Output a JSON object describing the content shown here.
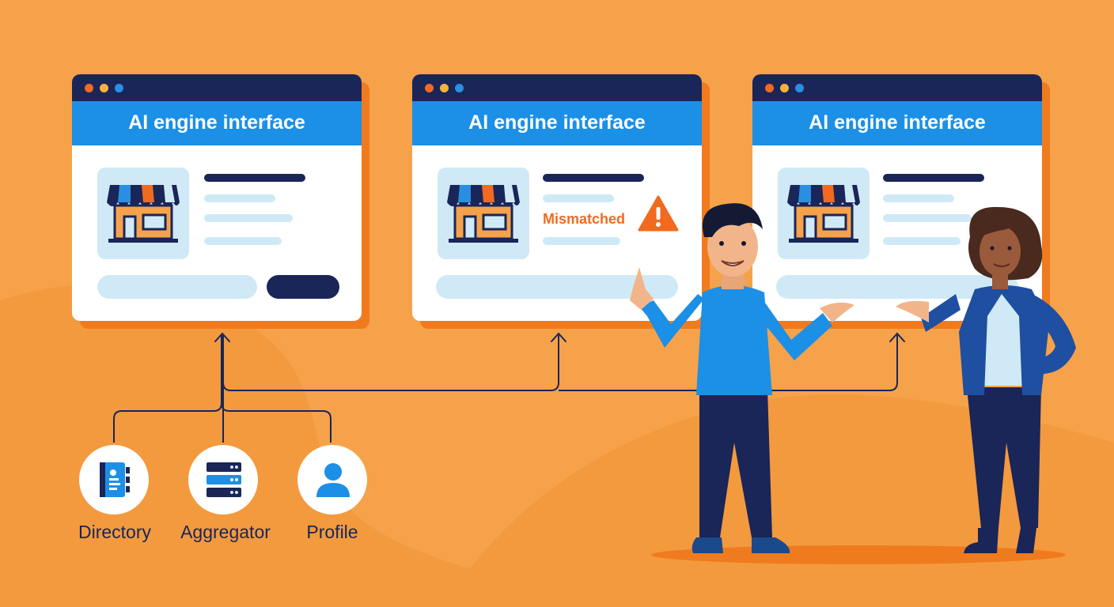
{
  "windows": [
    {
      "title": "AI engine interface",
      "status": ""
    },
    {
      "title": "AI engine interface",
      "status": "Mismatched"
    },
    {
      "title": "AI engine interface",
      "status": ""
    }
  ],
  "sources": [
    {
      "label": "Directory",
      "icon": "directory-book-icon"
    },
    {
      "label": "Aggregator",
      "icon": "aggregator-server-icon"
    },
    {
      "label": "Profile",
      "icon": "profile-person-icon"
    }
  ],
  "colors": {
    "background": "#f6a24a",
    "accent_orange": "#f07b1e",
    "navy": "#1a2558",
    "blue": "#1c8fe6",
    "light_blue": "#cfeaf6",
    "warning": "#f26a1f"
  },
  "icons": [
    "storefront-icon",
    "warning-triangle-icon",
    "arrow-up-icon"
  ]
}
